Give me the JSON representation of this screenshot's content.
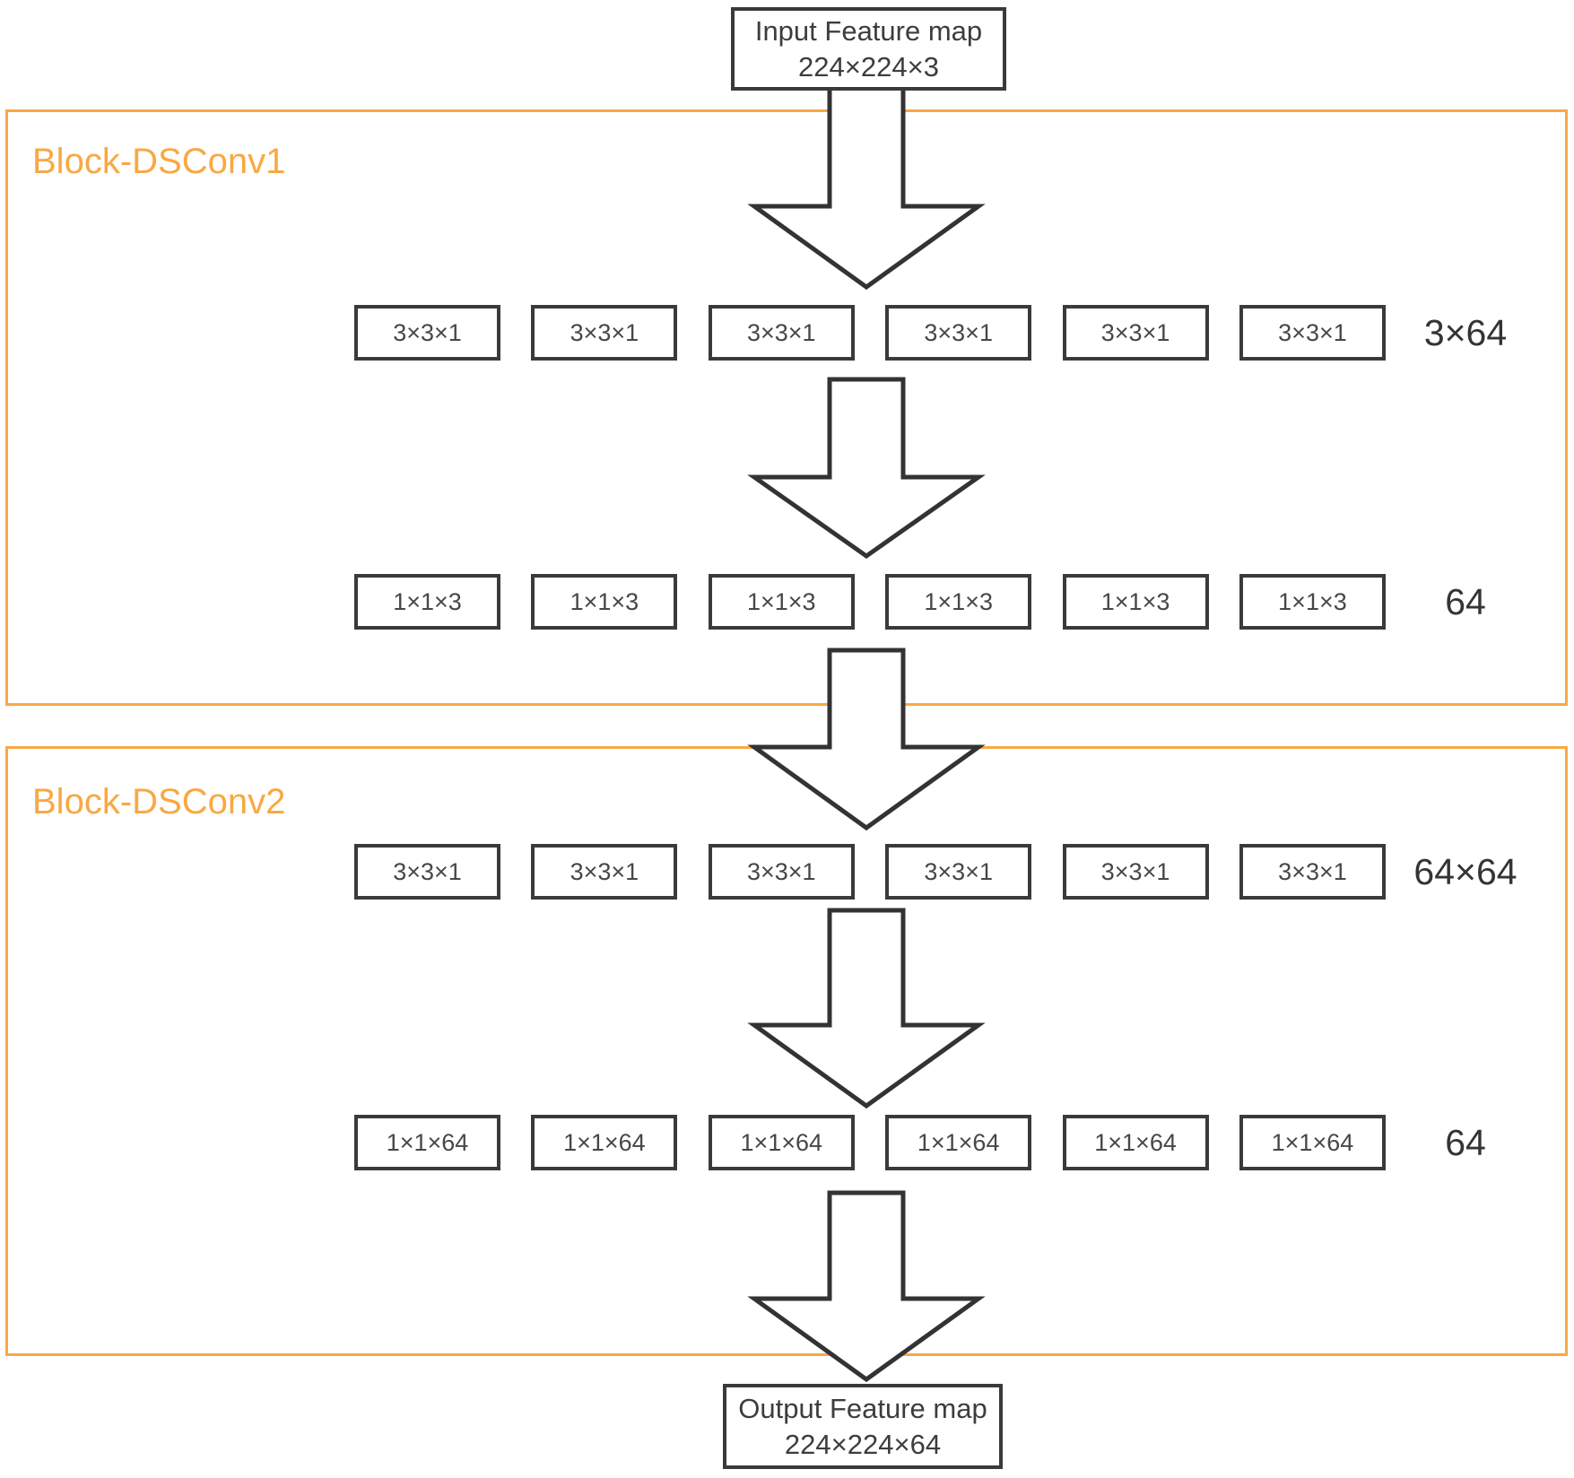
{
  "colors": {
    "accent_orange": "#F9A843",
    "line_dark": "#3A3A3A",
    "arrow_stroke": "#333333"
  },
  "input_node": {
    "line1": "Input Feature map",
    "line2": "224×224×3"
  },
  "output_node": {
    "line1": "Output Feature map",
    "line2": "224×224×64"
  },
  "blocks": [
    {
      "label": "Block-DSConv1",
      "rows": [
        {
          "kernel": "3×3×1",
          "count": 6,
          "side_label": "3×64"
        },
        {
          "kernel": "1×1×3",
          "count": 6,
          "side_label": "64"
        }
      ]
    },
    {
      "label": "Block-DSConv2",
      "rows": [
        {
          "kernel": "3×3×1",
          "count": 6,
          "side_label": "64×64"
        },
        {
          "kernel": "1×1×64",
          "count": 6,
          "side_label": "64"
        }
      ]
    }
  ]
}
